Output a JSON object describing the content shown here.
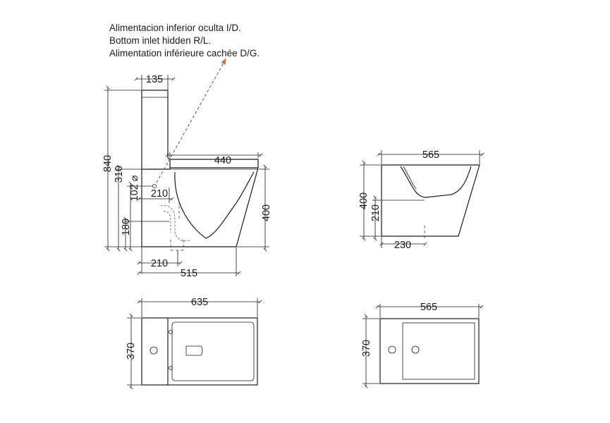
{
  "notes": {
    "line1": "Alimentacion inferior oculta I/D.",
    "line2": "Bottom inlet hidden R/L.",
    "line3": "Alimentation inférieure cachée D/G."
  },
  "colors": {
    "line": "#1a1a1a",
    "arrow": "#c8782a",
    "background": "#ffffff"
  },
  "side_view": {
    "tank_width": "135",
    "total_height": "840",
    "inlet_height": "310",
    "inlet_diameter": "102 ⌀",
    "inlet_offset": "210",
    "outlet_height": "180",
    "bowl_top": "440",
    "bowl_height": "400",
    "outlet_distance": "210",
    "total_depth": "515"
  },
  "bidet_side": {
    "length": "565",
    "height": "400",
    "inlet_height": "210",
    "outlet_distance": "230"
  },
  "wc_top": {
    "length": "635",
    "width": "370"
  },
  "bidet_top": {
    "length": "565",
    "width": "370"
  }
}
